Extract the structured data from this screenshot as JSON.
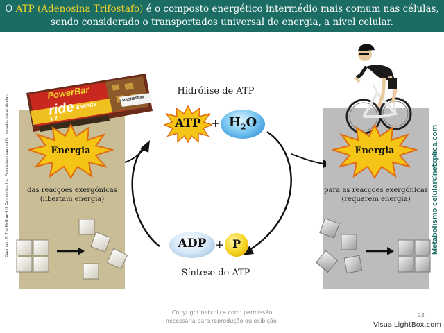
{
  "header": {
    "line1_prefix": "O ",
    "line1_highlight": "ATP (Adenosina Trifostafo)",
    "line1_suffix": " é o composto energético intermédio mais comum nas células,",
    "line2": "sendo considerado o transportados universal de energia, a nível celular.",
    "highlight_color": "#f2d22c",
    "background_color": "#1b6d63"
  },
  "left_panel": {
    "burst_label": "Energia",
    "caption_line1": "das reacções exergónicas",
    "caption_line2": "(libertam energia)"
  },
  "right_panel": {
    "burst_label": "Energia",
    "caption_line1": "para as reacções exergónicas",
    "caption_line2": "(requerem energia)"
  },
  "cycle": {
    "top_title": "Hidrólise de ATP",
    "bottom_title": "Síntese de ATP",
    "atp_label": "ATP",
    "h2o_label_main": "H",
    "h2o_label_sub": "2",
    "h2o_label_end": "O",
    "adp_label": "ADP",
    "p_label": "P",
    "plus": "+"
  },
  "energy_bar": {
    "brand": "PowerBar",
    "name": "ride",
    "sub": "ENERGY",
    "nums": "1 2",
    "magnesium": "+ MAGNESIUM"
  },
  "copyright_vertical": "Copyright © The McGraw-Hill Companies, Inc. Permission required for reproduction or display.",
  "side_vertical": "Metabolismo celular©netxplica.com",
  "footer": {
    "line1": "Copyright netxplica.com: permissão",
    "line2": "necessária para reprodução ou exibição."
  },
  "page_number": "23",
  "watermark": "VisualLightBox.com",
  "icons": [
    "energy-burst-icon",
    "energy-bar-icon",
    "cyclist-icon",
    "sugar-cube-icon",
    "arrow-icon"
  ]
}
